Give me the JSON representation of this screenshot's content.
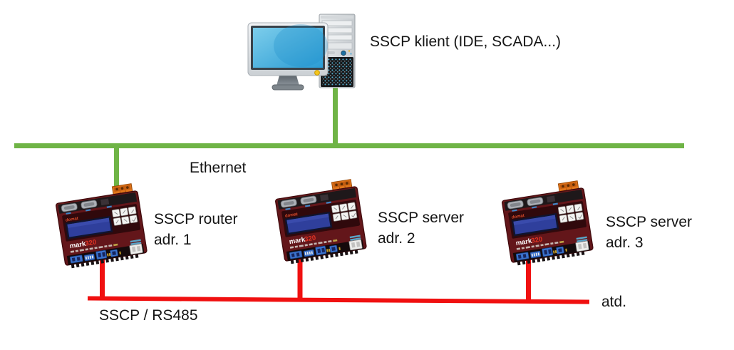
{
  "diagram": {
    "client_label": "SSCP klient (IDE, SCADA...)",
    "ethernet_label": "Ethernet",
    "rs485_label": "SSCP / RS485",
    "continuation_label": "atd."
  },
  "colors": {
    "ethernet_line": "#6FB446",
    "rs485_line": "#F01010"
  },
  "devices": [
    {
      "role_line1": "SSCP router",
      "role_line2": "adr. 1",
      "brand": "domat",
      "model_prefix": "mark",
      "model_number": "320"
    },
    {
      "role_line1": "SSCP server",
      "role_line2": "adr. 2",
      "brand": "domat",
      "model_prefix": "mark",
      "model_number": "320"
    },
    {
      "role_line1": "SSCP server",
      "role_line2": "adr. 3",
      "brand": "domat",
      "model_prefix": "mark",
      "model_number": "320"
    }
  ],
  "icons": {
    "client_computer": "desktop-computer-icon",
    "device": "plc-controller-icon"
  }
}
